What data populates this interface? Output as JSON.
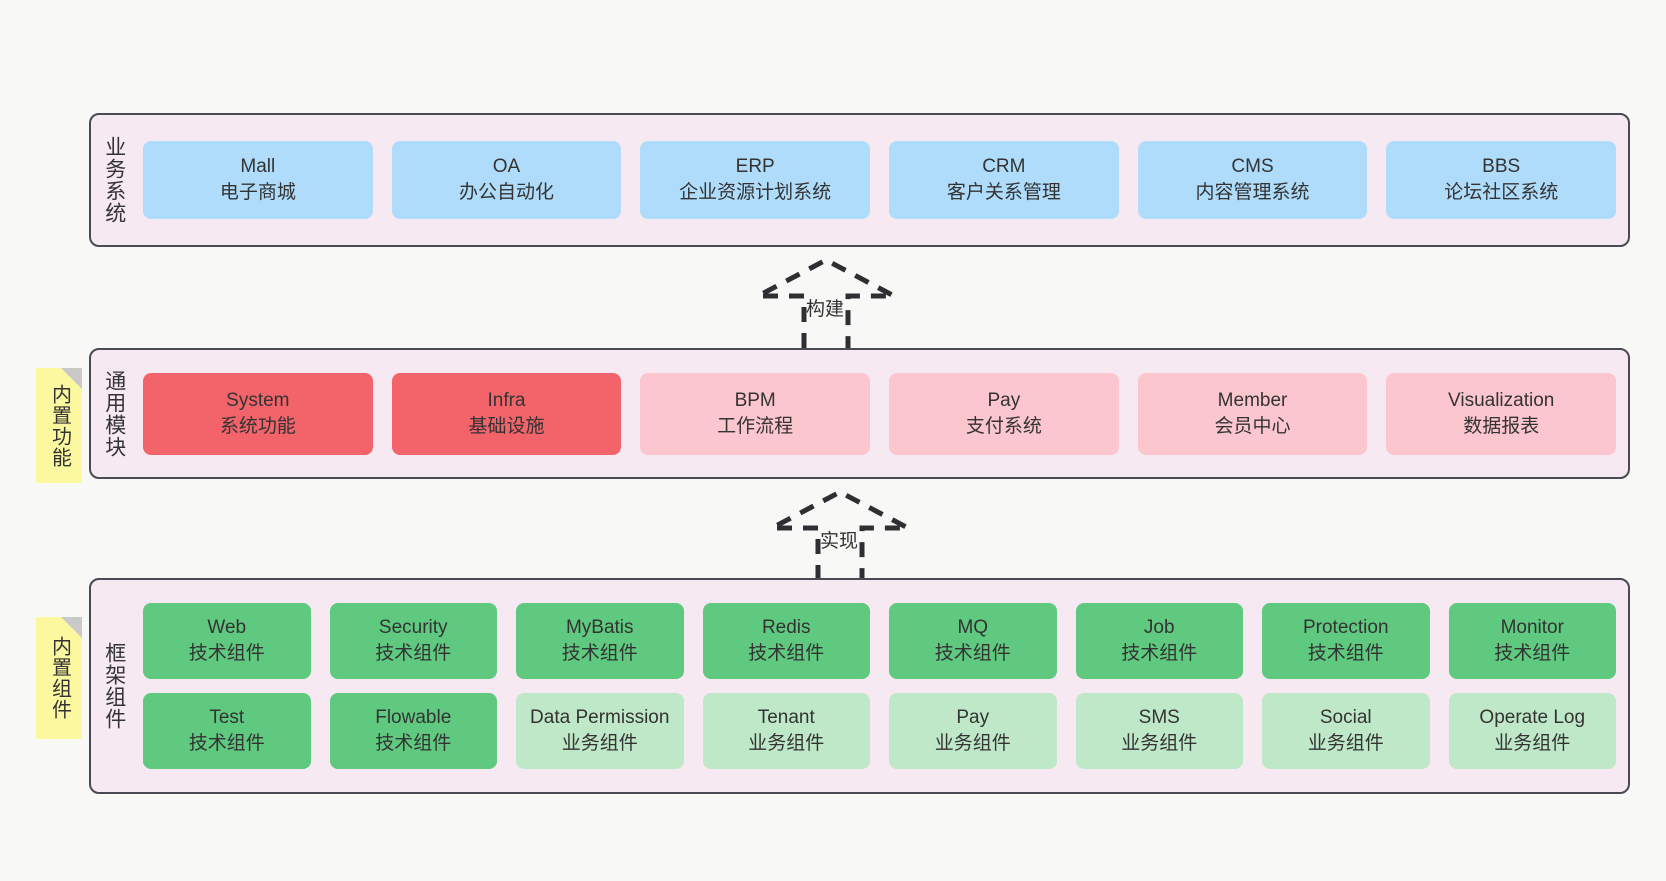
{
  "meta": {
    "background_color": "#f8f8f7",
    "panel_fill": "#f7e9f2",
    "panel_border": "#4a4a52",
    "sticky_fill": "#fbf8a0",
    "colors": {
      "business": "#afdcfa",
      "module_core": "#f2646a",
      "module_optional": "#fbc6cd",
      "framework_tech": "#5fc97f",
      "framework_biz": "#bfe8c8"
    }
  },
  "layers": [
    {
      "id": "business-system",
      "title": "业务系统",
      "rows": [
        {
          "cards": [
            {
              "en": "Mall",
              "cn": "电子商城",
              "color": "c-blue"
            },
            {
              "en": "OA",
              "cn": "办公自动化",
              "color": "c-blue"
            },
            {
              "en": "ERP",
              "cn": "企业资源计划系统",
              "color": "c-blue"
            },
            {
              "en": "CRM",
              "cn": "客户关系管理",
              "color": "c-blue"
            },
            {
              "en": "CMS",
              "cn": "内容管理系统",
              "color": "c-blue"
            },
            {
              "en": "BBS",
              "cn": "论坛社区系统",
              "color": "c-blue"
            }
          ]
        }
      ]
    },
    {
      "id": "common-module",
      "title": "通用模块",
      "sticky": "内置功能",
      "rows": [
        {
          "cards": [
            {
              "en": "System",
              "cn": "系统功能",
              "color": "c-red"
            },
            {
              "en": "Infra",
              "cn": "基础设施",
              "color": "c-red"
            },
            {
              "en": "BPM",
              "cn": "工作流程",
              "color": "c-pink"
            },
            {
              "en": "Pay",
              "cn": "支付系统",
              "color": "c-pink"
            },
            {
              "en": "Member",
              "cn": "会员中心",
              "color": "c-pink"
            },
            {
              "en": "Visualization",
              "cn": "数据报表",
              "color": "c-pink"
            }
          ]
        }
      ]
    },
    {
      "id": "framework-component",
      "title": "框架组件",
      "sticky": "内置组件",
      "rows": [
        {
          "cards": [
            {
              "en": "Web",
              "cn": "技术组件",
              "color": "c-green"
            },
            {
              "en": "Security",
              "cn": "技术组件",
              "color": "c-green"
            },
            {
              "en": "MyBatis",
              "cn": "技术组件",
              "color": "c-green"
            },
            {
              "en": "Redis",
              "cn": "技术组件",
              "color": "c-green"
            },
            {
              "en": "MQ",
              "cn": "技术组件",
              "color": "c-green"
            },
            {
              "en": "Job",
              "cn": "技术组件",
              "color": "c-green"
            },
            {
              "en": "Protection",
              "cn": "技术组件",
              "color": "c-green"
            },
            {
              "en": "Monitor",
              "cn": "技术组件",
              "color": "c-green"
            }
          ]
        },
        {
          "cards": [
            {
              "en": "Test",
              "cn": "技术组件",
              "color": "c-green"
            },
            {
              "en": "Flowable",
              "cn": "技术组件",
              "color": "c-green"
            },
            {
              "en": "Data Permission",
              "cn": "业务组件",
              "color": "c-lightgreen",
              "wrap": true
            },
            {
              "en": "Tenant",
              "cn": "业务组件",
              "color": "c-lightgreen"
            },
            {
              "en": "Pay",
              "cn": "业务组件",
              "color": "c-lightgreen"
            },
            {
              "en": "SMS",
              "cn": "业务组件",
              "color": "c-lightgreen"
            },
            {
              "en": "Social",
              "cn": "业务组件",
              "color": "c-lightgreen"
            },
            {
              "en": "Operate Log",
              "cn": "业务组件",
              "color": "c-lightgreen"
            }
          ]
        }
      ]
    }
  ],
  "arrows": [
    {
      "id": "arrow-build",
      "label": "构建"
    },
    {
      "id": "arrow-implement",
      "label": "实现"
    }
  ]
}
